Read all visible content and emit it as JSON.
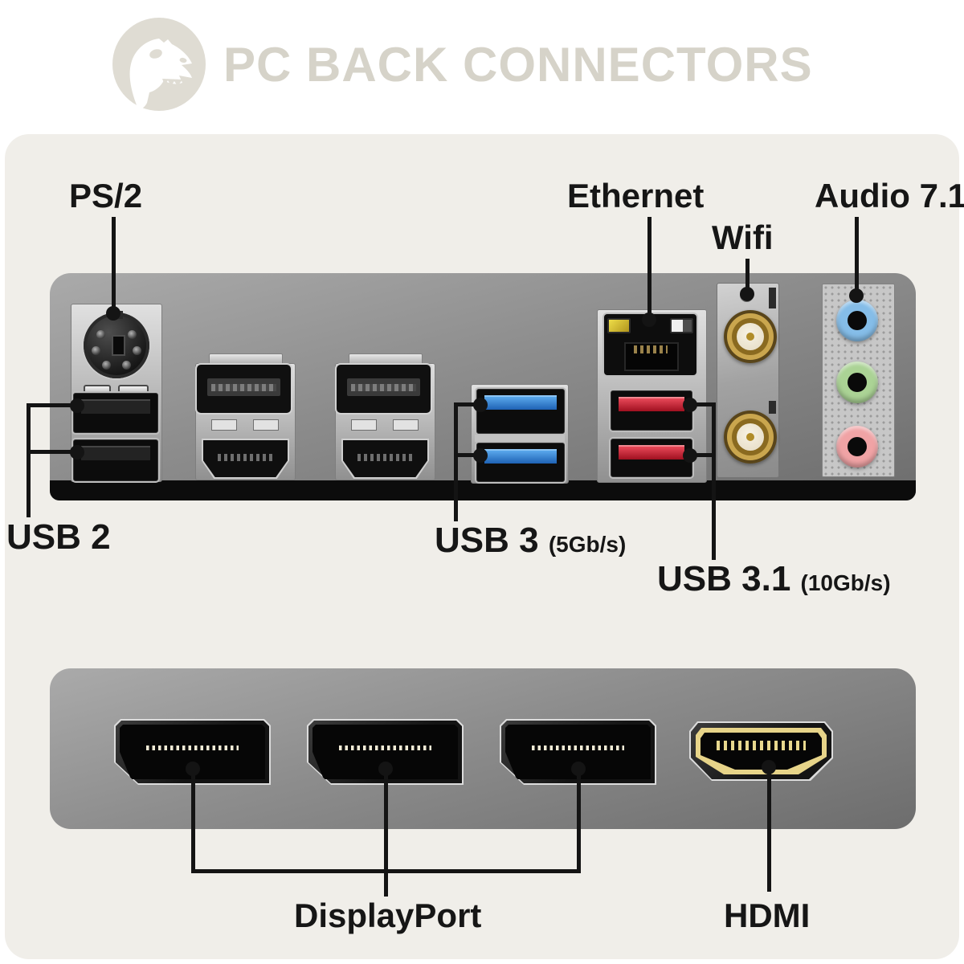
{
  "header": {
    "title": "PC BACK CONNECTORS"
  },
  "top_panel": {
    "callouts": {
      "ps2": "PS/2",
      "ethernet": "Ethernet",
      "wifi": "Wifi",
      "audio": "Audio 7.1",
      "usb2": "USB 2",
      "usb3": {
        "label": "USB 3",
        "speed": "(5Gb/s)"
      },
      "usb31": {
        "label": "USB 3.1",
        "speed": "(10Gb/s)"
      }
    }
  },
  "bottom_panel": {
    "callouts": {
      "displayport": "DisplayPort",
      "hdmi": "HDMI"
    }
  },
  "colors": {
    "usb3_blue": "#2e7fd0",
    "usb31_red": "#d02030",
    "audio_line_in_blue": "#85bde8",
    "audio_line_out_green": "#abd395",
    "audio_mic_pink": "#f0a3a5",
    "connector_gold": "#e7d489",
    "label_text": "#161616",
    "title_text": "#d6d3c9",
    "sheet_background": "#f0eee9"
  }
}
